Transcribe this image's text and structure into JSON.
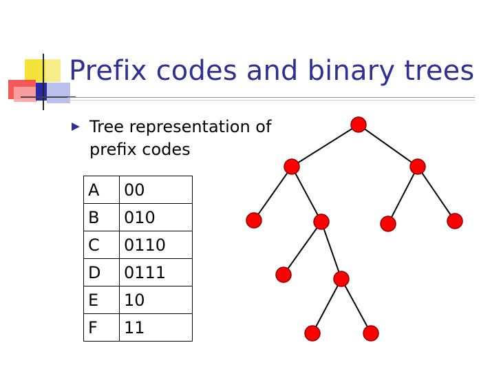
{
  "slide": {
    "title": "Prefix codes and binary trees",
    "bullet": "Tree representation of prefix codes"
  },
  "code_table": {
    "rows": [
      {
        "symbol": "A",
        "code": "00"
      },
      {
        "symbol": "B",
        "code": "010"
      },
      {
        "symbol": "C",
        "code": "0110"
      },
      {
        "symbol": "D",
        "code": "0111"
      },
      {
        "symbol": "E",
        "code": "10"
      },
      {
        "symbol": "F",
        "code": "11"
      }
    ]
  },
  "tree": {
    "node_color": "#ff0000",
    "edge_color": "#000000",
    "nodes": [
      "root",
      "0",
      "1",
      "00",
      "01",
      "10",
      "11",
      "010",
      "011",
      "0110",
      "0111"
    ],
    "edges": [
      [
        "root",
        "0"
      ],
      [
        "root",
        "1"
      ],
      [
        "0",
        "00"
      ],
      [
        "0",
        "01"
      ],
      [
        "1",
        "10"
      ],
      [
        "1",
        "11"
      ],
      [
        "01",
        "010"
      ],
      [
        "01",
        "011"
      ],
      [
        "011",
        "0110"
      ],
      [
        "011",
        "0111"
      ]
    ]
  },
  "colors": {
    "title": "#2e3192",
    "bullet": "#2e3192",
    "node": "#ff0000"
  }
}
